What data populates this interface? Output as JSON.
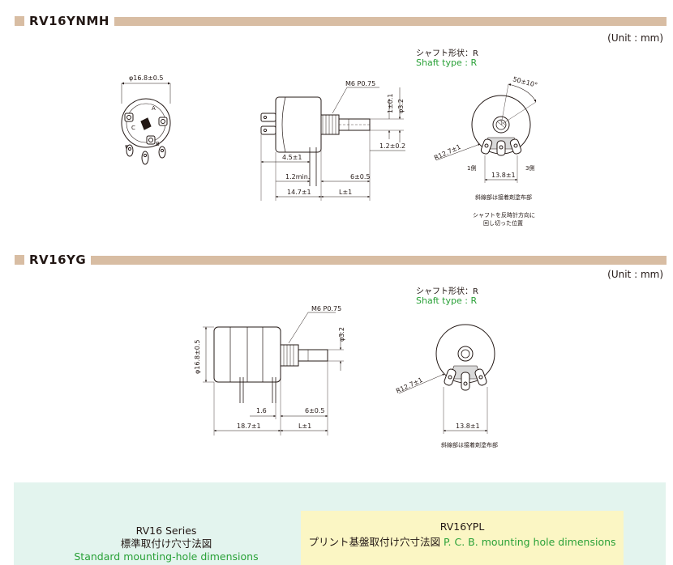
{
  "sections": [
    {
      "title": "RV16YNMH",
      "unit": "(Unit : mm)",
      "shaft_jp": "シャフト形状：R",
      "shaft_en": "Shaft type : R",
      "front_dims": {
        "diameter": "φ16.8±0.5"
      },
      "side_dims": {
        "thread": "M6 P0.75",
        "shaft_dia": "φ3.2",
        "flat": "1±0.1",
        "flat2": "1.2±0.2",
        "d1": "4.5±1",
        "d2": "1.2min.",
        "d3": "6±0.5",
        "d4": "14.7±1",
        "d5": "L±1"
      },
      "back_dims": {
        "angle": "50±10°",
        "radius": "R12.7±1",
        "pin_spacing": "13.8±1",
        "pin1": "1側",
        "pin3": "3側"
      },
      "notes": [
        "斜線部は接着剤塗布部",
        "シャフトを反時計方向に",
        "回し切った位置"
      ]
    },
    {
      "title": "RV16YG",
      "unit": "(Unit : mm)",
      "shaft_jp": "シャフト形状：R",
      "shaft_en": "Shaft type : R",
      "side_dims": {
        "thread": "M6 P0.75",
        "shaft_dia": "φ3.2",
        "body_dia": "φ16.8±0.5",
        "d1": "1.6",
        "d2": "6±0.5",
        "d3": "18.7±1",
        "d4": "L±1"
      },
      "back_dims": {
        "radius": "R12.7±1",
        "pin_spacing": "13.8±1"
      },
      "notes": [
        "斜線部は接着剤塗布部"
      ]
    }
  ],
  "bottom": {
    "series_name": "RV16 Series",
    "series_jp": "標準取付け穴寸法図",
    "series_en": "Standard mounting-hole dimensions",
    "pcb_model": "RV16YPL",
    "pcb_jp": "プリント基盤取付け穴寸法図",
    "pcb_en": "P. C. B. mounting hole dimensions"
  },
  "colors": {
    "accent_bar": "#d8bda3",
    "green_text": "#2aa138",
    "panel_bg": "#e3f4ee",
    "pcb_bg": "#fbf6c4"
  }
}
